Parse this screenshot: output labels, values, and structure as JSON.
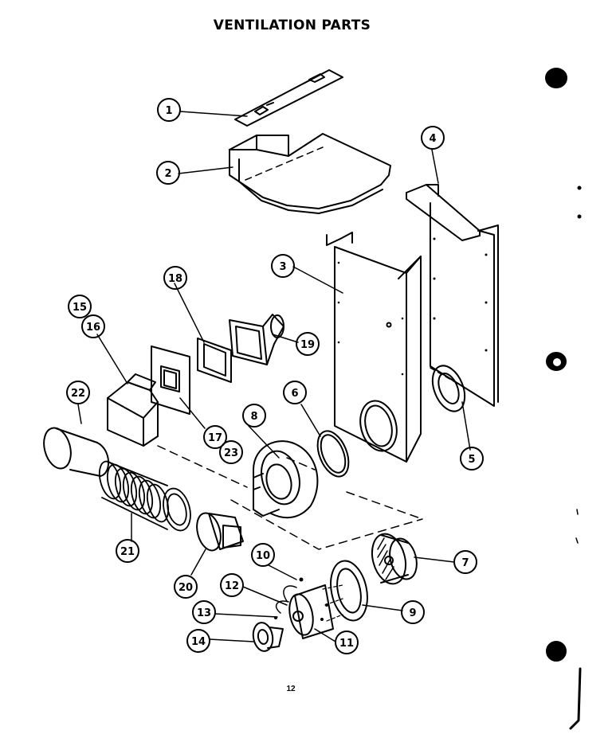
{
  "title": "VENTILATION PARTS",
  "page_number": "12",
  "callouts": [
    {
      "id": "c1",
      "label": "1"
    },
    {
      "id": "c2",
      "label": "2"
    },
    {
      "id": "c3",
      "label": "3"
    },
    {
      "id": "c4",
      "label": "4"
    },
    {
      "id": "c5",
      "label": "5"
    },
    {
      "id": "c6",
      "label": "6"
    },
    {
      "id": "c7",
      "label": "7"
    },
    {
      "id": "c8",
      "label": "8"
    },
    {
      "id": "c9",
      "label": "9"
    },
    {
      "id": "c10",
      "label": "10"
    },
    {
      "id": "c11",
      "label": "11"
    },
    {
      "id": "c12",
      "label": "12"
    },
    {
      "id": "c13",
      "label": "13"
    },
    {
      "id": "c14",
      "label": "14"
    },
    {
      "id": "c15",
      "label": "15"
    },
    {
      "id": "c16",
      "label": "16"
    },
    {
      "id": "c17",
      "label": "17"
    },
    {
      "id": "c18",
      "label": "18"
    },
    {
      "id": "c19",
      "label": "19"
    },
    {
      "id": "c20",
      "label": "20"
    },
    {
      "id": "c21",
      "label": "21"
    },
    {
      "id": "c22",
      "label": "22"
    },
    {
      "id": "c23",
      "label": "23"
    }
  ]
}
